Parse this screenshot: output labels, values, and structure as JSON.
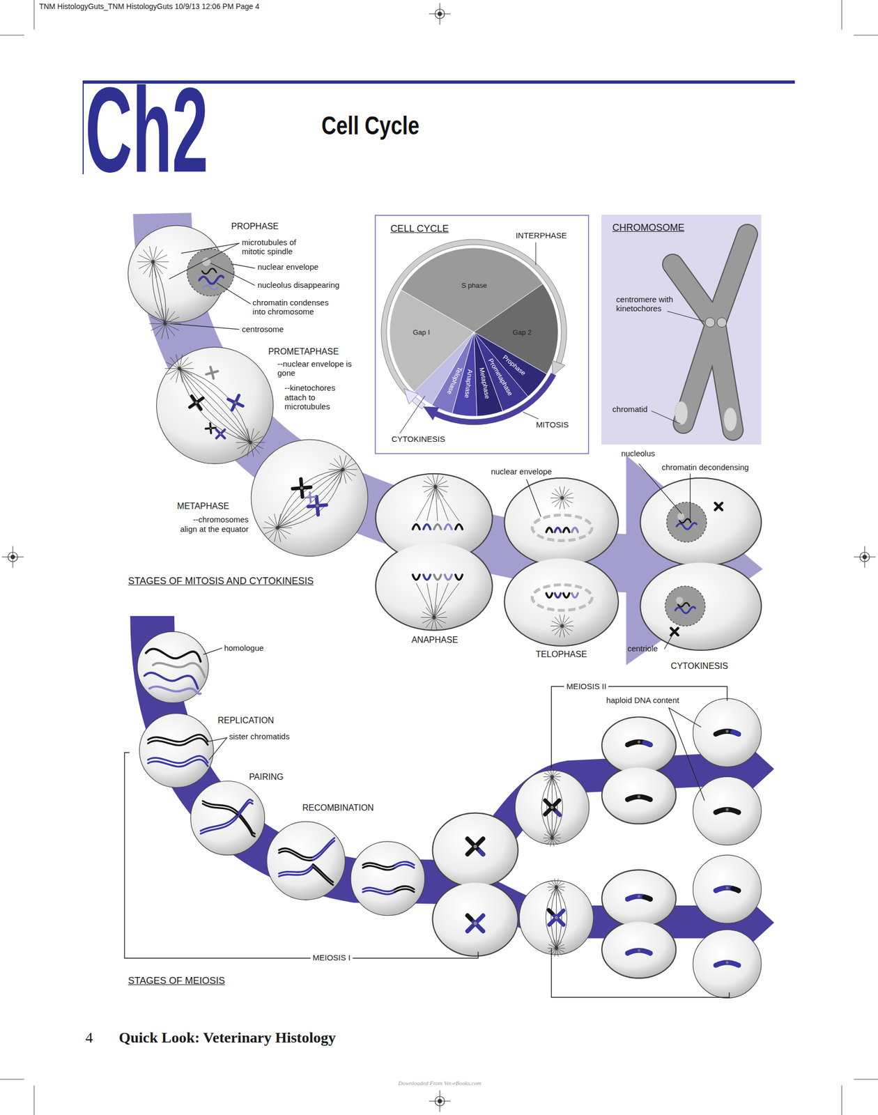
{
  "diagram": {
    "title": "Cell Cycle",
    "nodes": [
      {
        "text": [
          "CELL CYCLE",
          "INTERPHASE",
          "S phase",
          "Gap I",
          "Gap 2",
          "Prophase",
          "Prometaphase",
          "Metaphase",
          "Anaphase",
          "Telophase",
          "MITOSIS",
          "CYTOKINESIS"
        ]
      },
      {
        "text": [
          "CHROMOSOME",
          "centromere with kinetochores",
          "chromatid"
        ]
      }
    ],
    "labels": [
      "TNM HistologyGuts_TNM HistologyGuts 10/9/13 12:06 PM Page 4",
      "Ch2",
      "PROPHASE",
      "microtubules of mitotic spindle",
      "nuclear envelope",
      "nucleolus disappearing",
      "chromatin condenses into chromosome",
      "centrosome",
      "PROMETAPHASE",
      "--nuclear envelope is gone",
      "--kinetochores attach to microtubules",
      "METAPHASE",
      "--chromosomes align at the equator",
      "STAGES OF MITOSIS AND CYTOKINESIS",
      "nuclear envelope",
      "nucleolus",
      "chromatin decondensing",
      "ANAPHASE",
      "TELOPHASE",
      "centriole",
      "CYTOKINESIS",
      "homologue",
      "MEIOSIS II",
      "haploid DNA content",
      "REPLICATION",
      "sister chromatids",
      "PAIRING",
      "RECOMBINATION",
      "MEIOSIS I",
      "STAGES OF MEIOSIS",
      "4",
      "Quick Look: Veterinary Histology",
      "Downloaded From Vet-eBooks.com"
    ]
  }
}
